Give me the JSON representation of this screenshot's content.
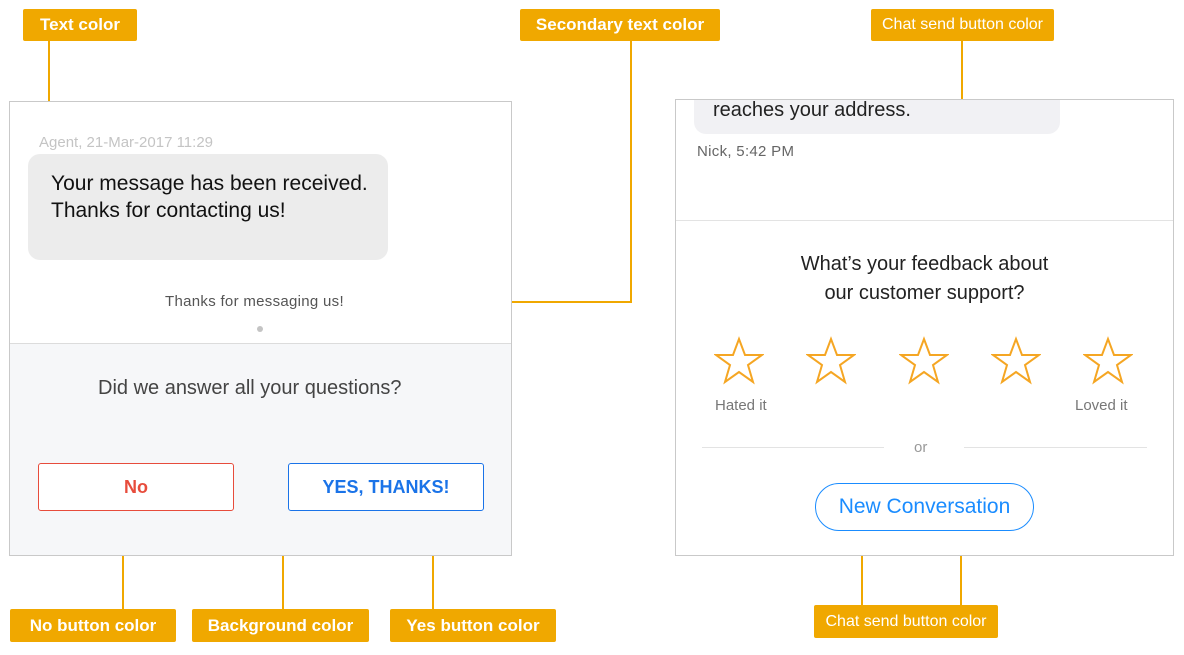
{
  "annotations": {
    "text_color": "Text color",
    "secondary_text_color": "Secondary text color",
    "chat_send_button_color_top": "Chat send button color",
    "chat_send_button_color_bottom": "Chat send button color",
    "no_button_color": "No button color",
    "background_color": "Background color",
    "yes_button_color": "Yes button color"
  },
  "left_panel": {
    "agent_meta": "Agent, 21-Mar-2017 11:29",
    "message": "Your message has been received. Thanks for contacting us!",
    "secondary_message": "Thanks for messaging us!",
    "question": "Did we answer all your questions?",
    "no_label": "No",
    "yes_label": "YES, THANKS!"
  },
  "right_panel": {
    "message": "reaches your address.",
    "meta": "Nick, 5:42 PM",
    "question_line1": "What’s your feedback about",
    "question_line2": "our customer support?",
    "rating_icons": [
      "star-icon",
      "star-icon",
      "star-icon",
      "star-icon",
      "star-icon"
    ],
    "rating_value": 0,
    "rating_max": 5,
    "label_low": "Hated it",
    "label_high": "Loved it",
    "separator": "or",
    "new_conversation_label": "New Conversation"
  },
  "colors": {
    "annotation": "#f0a800",
    "no_button": "#e74c3c",
    "yes_button": "#1a73e8",
    "chat_send_button": "#1a8cff",
    "background": "#f6f7f9",
    "star": "#f5a623"
  }
}
